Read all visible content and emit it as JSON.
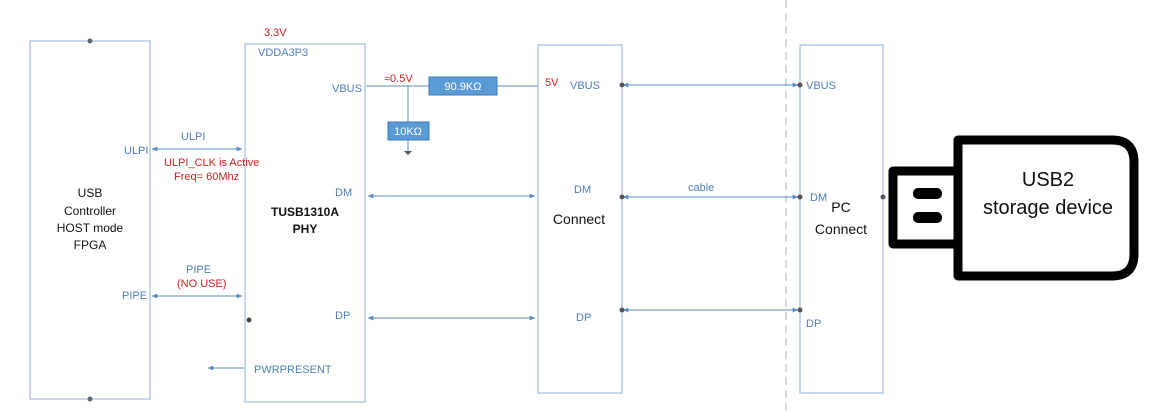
{
  "blocks": {
    "fpga": {
      "lines": [
        "USB",
        "Controller",
        "HOST  mode",
        "FPGA"
      ]
    },
    "phy": {
      "top_voltage": "3.3V",
      "supply_label": "VDDA3P3",
      "title_lines": [
        "TUSB1310A",
        "PHY"
      ]
    },
    "connect": {
      "label": "Connect"
    },
    "pc": {
      "lines": [
        "PC",
        "Connect"
      ]
    },
    "usb_device": {
      "lines": [
        "USB2",
        "storage device"
      ]
    }
  },
  "pins": {
    "ulpi_left": "ULPI",
    "pipe_left": "PIPE",
    "vbus_phy": "VBUS",
    "dm_phy": "DM",
    "dp_phy": "DP",
    "pwrpresent": "PWRPRESENT",
    "vbus_connect": "VBUS",
    "dm_connect": "DM",
    "dp_connect": "DP",
    "vbus_pc": "VBUS",
    "dm_pc": "DM",
    "dp_pc": "DP"
  },
  "signals": {
    "ulpi": "ULPI",
    "ulpi_clk_note_1": "ULPI_CLK is Active",
    "ulpi_clk_note_2": "Freq= 60Mhz",
    "pipe": "PIPE",
    "pipe_note": "(NO USE)",
    "cable": "cable"
  },
  "components": {
    "r_series": "90.9KΩ",
    "r_pulldown": "10KΩ",
    "vbus_divided": "≈0.5V",
    "vbus_5v": "5V"
  },
  "colors": {
    "box_border": "#8db3d9",
    "wire": "#5b8ec4",
    "label_blue": "#4f7fb6",
    "note_red": "#cc1f1f",
    "resistor_fill": "#5b9bd5"
  }
}
